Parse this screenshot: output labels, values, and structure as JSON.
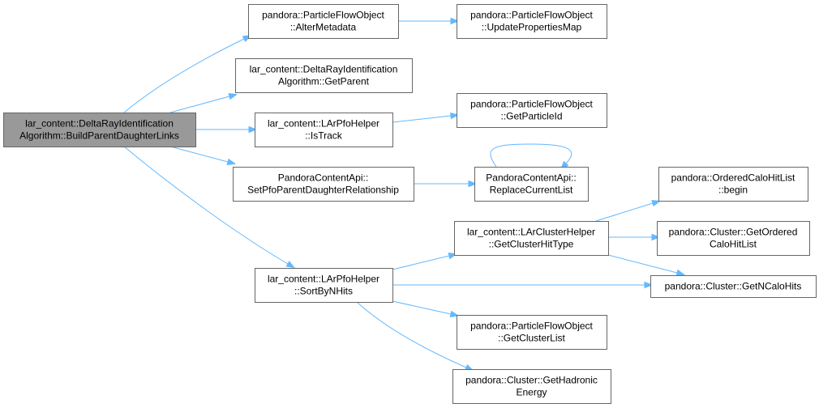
{
  "diagram": {
    "nodes": [
      {
        "id": "root",
        "lines": [
          "lar_content::DeltaRayIdentification",
          "Algorithm::BuildParentDaughterLinks"
        ],
        "root": true
      },
      {
        "id": "alter",
        "lines": [
          "pandora::ParticleFlowObject",
          "::AlterMetadata"
        ]
      },
      {
        "id": "update",
        "lines": [
          "pandora::ParticleFlowObject",
          "::UpdatePropertiesMap"
        ]
      },
      {
        "id": "getparent",
        "lines": [
          "lar_content::DeltaRayIdentification",
          "Algorithm::GetParent"
        ]
      },
      {
        "id": "istrack",
        "lines": [
          "lar_content::LArPfoHelper",
          "::IsTrack"
        ]
      },
      {
        "id": "getparticleid",
        "lines": [
          "pandora::ParticleFlowObject",
          "::GetParticleId"
        ]
      },
      {
        "id": "setpfo",
        "lines": [
          "PandoraContentApi::",
          "SetPfoParentDaughterRelationship"
        ]
      },
      {
        "id": "replace",
        "lines": [
          "PandoraContentApi::",
          "ReplaceCurrentList"
        ]
      },
      {
        "id": "begin",
        "lines": [
          "pandora::OrderedCaloHitList",
          "::begin"
        ]
      },
      {
        "id": "getclusterhittype",
        "lines": [
          "lar_content::LArClusterHelper",
          "::GetClusterHitType"
        ]
      },
      {
        "id": "getordered",
        "lines": [
          "pandora::Cluster::GetOrdered",
          "CaloHitList"
        ]
      },
      {
        "id": "getncalohits",
        "lines": [
          "pandora::Cluster::GetNCaloHits"
        ]
      },
      {
        "id": "sortbynhits",
        "lines": [
          "lar_content::LArPfoHelper",
          "::SortByNHits"
        ]
      },
      {
        "id": "getclusterlist",
        "lines": [
          "pandora::ParticleFlowObject",
          "::GetClusterList"
        ]
      },
      {
        "id": "gethadronic",
        "lines": [
          "pandora::Cluster::GetHadronic",
          "Energy"
        ]
      }
    ],
    "edges": [
      {
        "from": "root",
        "to": "alter"
      },
      {
        "from": "alter",
        "to": "update"
      },
      {
        "from": "root",
        "to": "getparent"
      },
      {
        "from": "root",
        "to": "istrack"
      },
      {
        "from": "istrack",
        "to": "getparticleid"
      },
      {
        "from": "root",
        "to": "setpfo"
      },
      {
        "from": "setpfo",
        "to": "replace"
      },
      {
        "from": "replace",
        "to": "replace"
      },
      {
        "from": "root",
        "to": "sortbynhits"
      },
      {
        "from": "sortbynhits",
        "to": "getclusterhittype"
      },
      {
        "from": "getclusterhittype",
        "to": "begin"
      },
      {
        "from": "getclusterhittype",
        "to": "getordered"
      },
      {
        "from": "getclusterhittype",
        "to": "getncalohits"
      },
      {
        "from": "sortbynhits",
        "to": "getncalohits"
      },
      {
        "from": "sortbynhits",
        "to": "getclusterlist"
      },
      {
        "from": "sortbynhits",
        "to": "gethadronic"
      }
    ],
    "colors": {
      "edge": "#63b8ff",
      "root_fill": "#999999",
      "node_border": "#666666",
      "node_fill": "#ffffff"
    }
  }
}
